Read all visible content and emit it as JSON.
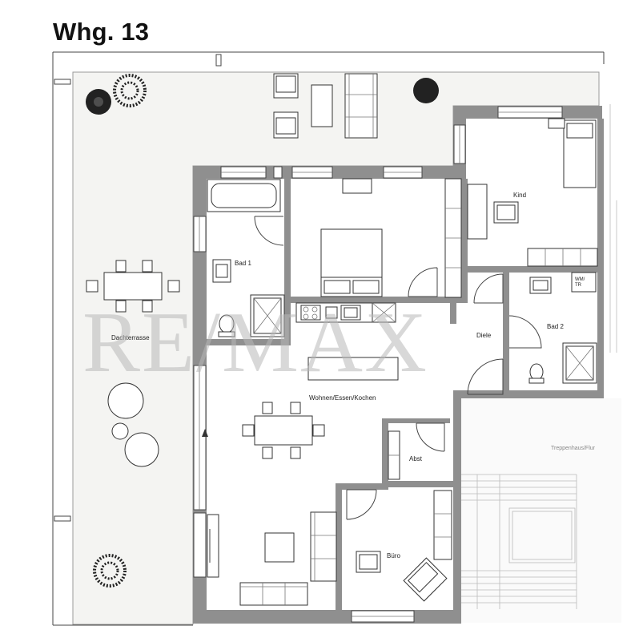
{
  "title": "Whg. 13",
  "watermark": "RE/MAX",
  "rooms": {
    "dachterrasse": "Dachterrasse",
    "bad1": "Bad 1",
    "kind": "Kind",
    "diele": "Diele",
    "bad2": "Bad 2",
    "wohnen": "Wohnen/Essen/Kochen",
    "abst": "Abst",
    "buero": "Büro",
    "treppenhaus": "Treppenhaus/Flur",
    "wmtr_line1": "WM/",
    "wmtr_line2": "TR"
  }
}
